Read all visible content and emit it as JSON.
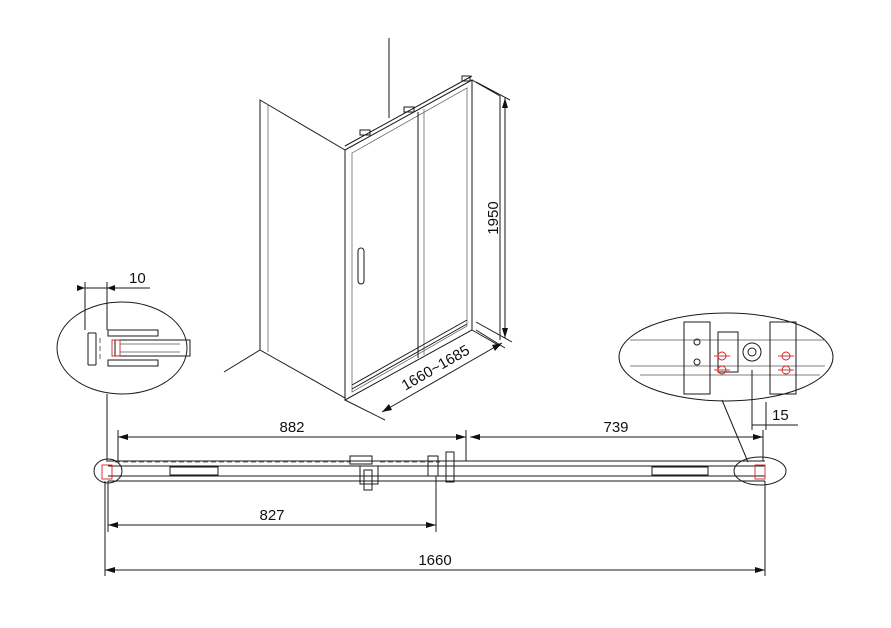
{
  "dimensions": {
    "height": "1950",
    "width_range": "1660~1685",
    "profile_width": "10",
    "left_span": "882",
    "right_span": "739",
    "right_offset": "15",
    "door_span": "827",
    "total_width": "1660"
  },
  "colors": {
    "line": "#1a1a1a",
    "accent": "#d42020",
    "background": "#ffffff"
  }
}
